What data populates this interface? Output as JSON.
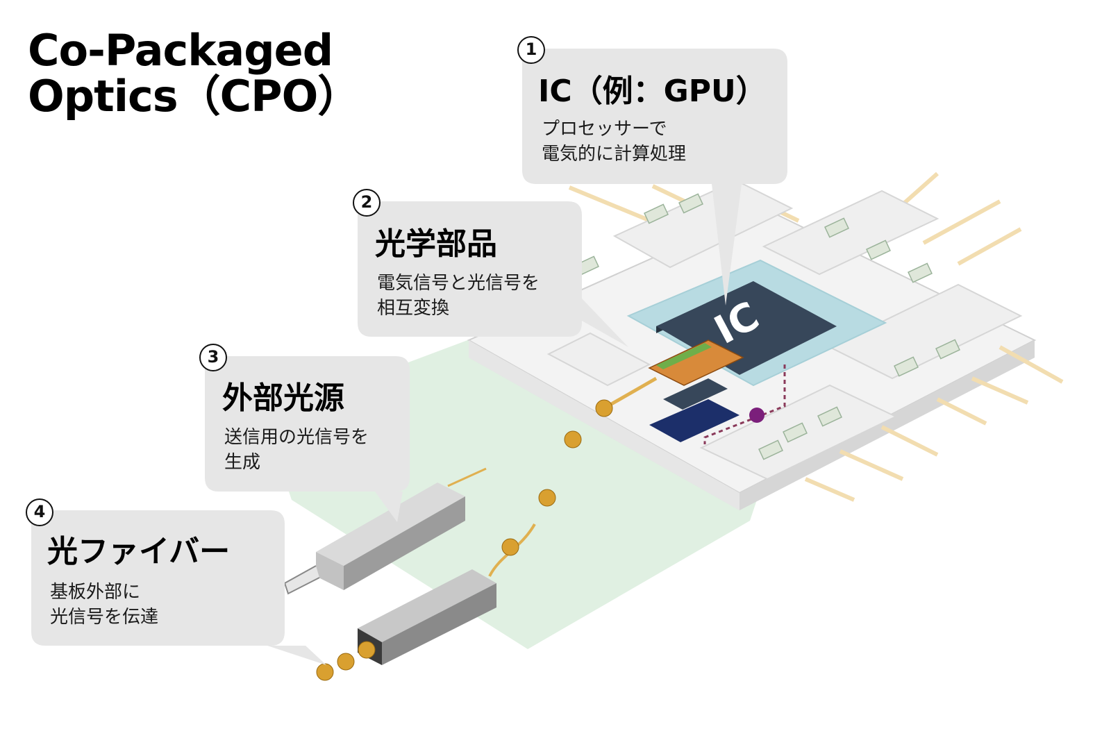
{
  "title": {
    "line1": "Co-Packaged",
    "line2": "Optics（CPO）"
  },
  "chip_label": "IC",
  "callouts": [
    {
      "number": "1",
      "heading": "IC（例：GPU）",
      "lines": [
        "プロセッサーで",
        "電気的に計算処理"
      ]
    },
    {
      "number": "2",
      "heading": "光学部品",
      "lines": [
        "電気信号と光信号を",
        "相互変換"
      ]
    },
    {
      "number": "3",
      "heading": "外部光源",
      "lines": [
        "送信用の光信号を",
        "生成"
      ]
    },
    {
      "number": "4",
      "heading": "光ファイバー",
      "lines": [
        "基板外部に",
        "光信号を伝達"
      ]
    }
  ],
  "colors": {
    "callout_fill": "#e6e6e6",
    "board": "#f2f2f2",
    "chip": "#37475a",
    "heat_ring": "#b8dbe2",
    "green_area": "#e0f0e2",
    "signal_dot": "#d9a030",
    "purple_dot": "#7b1f7b"
  }
}
